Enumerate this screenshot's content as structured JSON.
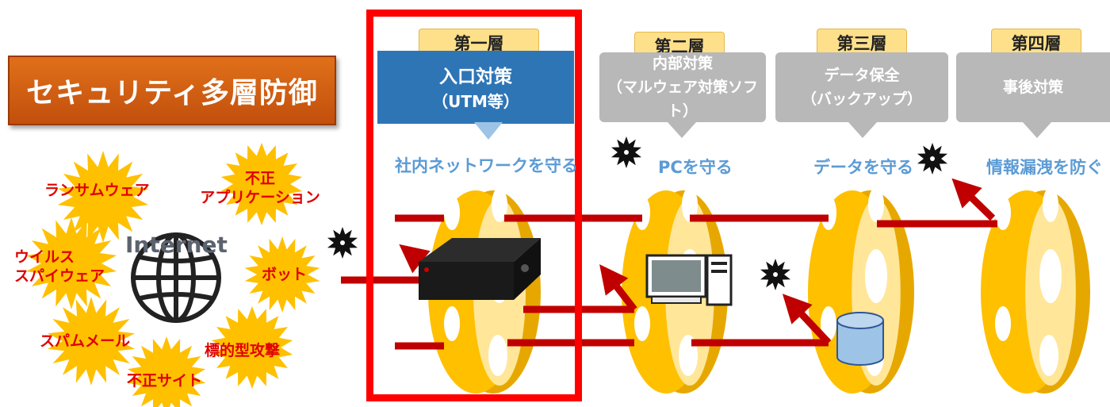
{
  "title": "セキュリティ多層防御",
  "internet_label": "Internet",
  "threats": {
    "ransomware": "ランサムウェア",
    "fusei_app_line1": "不正",
    "fusei_app_line2": "アプリケーション",
    "virus_line1": "ウイルス",
    "virus_line2": "スパイウェア",
    "bot": "ボット",
    "spam": "スパムメール",
    "targeted": "標的型攻撃",
    "fusei_site": "不正サイト"
  },
  "layers": [
    {
      "tag": "第一層",
      "title": "入口対策",
      "subtitle": "（UTM等）",
      "caption": "社内ネットワークを守る"
    },
    {
      "tag": "第二層",
      "title": "内部対策",
      "subtitle": "（マルウェア対策ソフト）",
      "caption": "PCを守る"
    },
    {
      "tag": "第三層",
      "title": "データ保全",
      "subtitle": "（バックアップ）",
      "caption": "データを守る"
    },
    {
      "tag": "第四層",
      "title": "事後対策",
      "subtitle": "",
      "caption": "情報漏洩を防ぐ"
    }
  ],
  "colors": {
    "title_bg": "#d2601a",
    "wall": "#ffc000",
    "wall_hole": "#ffe699",
    "arrow": "#c00000",
    "highlight": "#ff0000",
    "threat_text": "#e00000",
    "caption": "#5b9bd5",
    "box_blue": "#2e75b6",
    "box_gray": "#b8b8b8"
  }
}
